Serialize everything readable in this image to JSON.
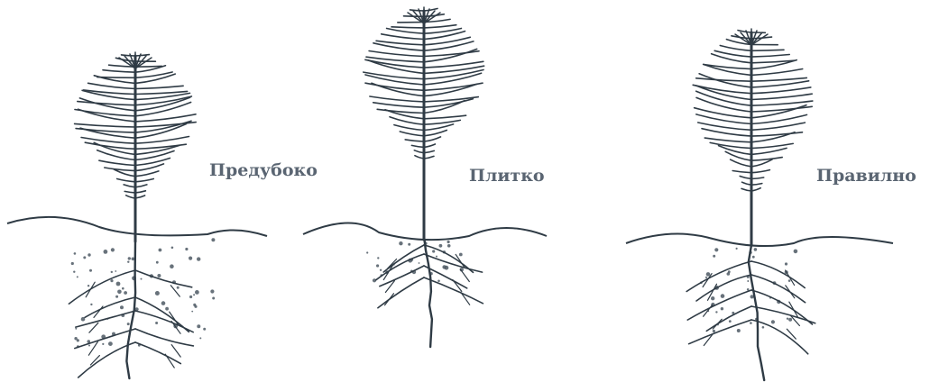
{
  "colors": {
    "ink": "#2f3b45",
    "label": "#5a6572",
    "soil_dots": "#4d5964"
  },
  "diagram": {
    "panels": [
      {
        "label": "Предубоко"
      },
      {
        "label": "Плитко"
      },
      {
        "label": "Правилно"
      }
    ]
  }
}
